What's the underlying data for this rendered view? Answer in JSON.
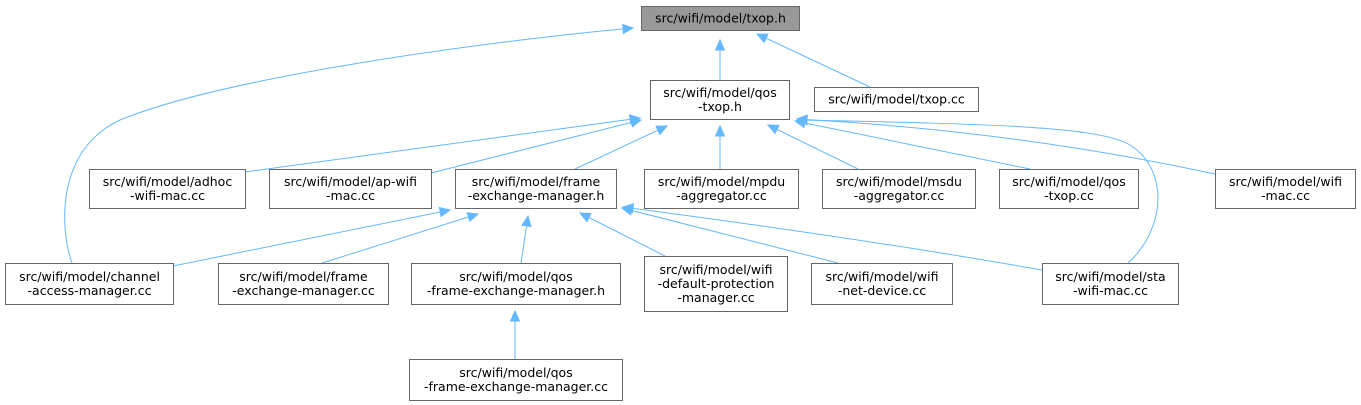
{
  "graph": {
    "colors": {
      "edge": "#63b8ff",
      "node_border": "#666666",
      "root_fill": "#999999",
      "node_fill": "#ffffff",
      "text": "#000000"
    },
    "nodes": [
      {
        "id": "txop_h",
        "lines": [
          "src/wifi/model/txop.h"
        ],
        "root": true
      },
      {
        "id": "qos_txop_h",
        "lines": [
          "src/wifi/model/qos",
          "-txop.h"
        ]
      },
      {
        "id": "txop_cc",
        "lines": [
          "src/wifi/model/txop.cc"
        ]
      },
      {
        "id": "adhoc_wifi_mac_cc",
        "lines": [
          "src/wifi/model/adhoc",
          "-wifi-mac.cc"
        ]
      },
      {
        "id": "ap_wifi_mac_cc",
        "lines": [
          "src/wifi/model/ap-wifi",
          "-mac.cc"
        ]
      },
      {
        "id": "frame_exchange_manager_h",
        "lines": [
          "src/wifi/model/frame",
          "-exchange-manager.h"
        ]
      },
      {
        "id": "mpdu_aggregator_cc",
        "lines": [
          "src/wifi/model/mpdu",
          "-aggregator.cc"
        ]
      },
      {
        "id": "msdu_aggregator_cc",
        "lines": [
          "src/wifi/model/msdu",
          "-aggregator.cc"
        ]
      },
      {
        "id": "qos_txop_cc",
        "lines": [
          "src/wifi/model/qos",
          "-txop.cc"
        ]
      },
      {
        "id": "wifi_mac_cc",
        "lines": [
          "src/wifi/model/wifi",
          "-mac.cc"
        ]
      },
      {
        "id": "channel_access_manager_cc",
        "lines": [
          "src/wifi/model/channel",
          "-access-manager.cc"
        ]
      },
      {
        "id": "frame_exchange_manager_cc",
        "lines": [
          "src/wifi/model/frame",
          "-exchange-manager.cc"
        ]
      },
      {
        "id": "qos_frame_exchange_manager_h",
        "lines": [
          "src/wifi/model/qos",
          "-frame-exchange-manager.h"
        ]
      },
      {
        "id": "wifi_default_protection_manager_cc",
        "lines": [
          "src/wifi/model/wifi",
          "-default-protection",
          "-manager.cc"
        ]
      },
      {
        "id": "wifi_net_device_cc",
        "lines": [
          "src/wifi/model/wifi",
          "-net-device.cc"
        ]
      },
      {
        "id": "sta_wifi_mac_cc",
        "lines": [
          "src/wifi/model/sta",
          "-wifi-mac.cc"
        ]
      },
      {
        "id": "qos_frame_exchange_manager_cc",
        "lines": [
          "src/wifi/model/qos",
          "-frame-exchange-manager.cc"
        ]
      }
    ],
    "edges": [
      {
        "from": "qos_txop_h",
        "to": "txop_h"
      },
      {
        "from": "txop_cc",
        "to": "txop_h"
      },
      {
        "from": "channel_access_manager_cc",
        "to": "txop_h"
      },
      {
        "from": "adhoc_wifi_mac_cc",
        "to": "qos_txop_h"
      },
      {
        "from": "ap_wifi_mac_cc",
        "to": "qos_txop_h"
      },
      {
        "from": "frame_exchange_manager_h",
        "to": "qos_txop_h"
      },
      {
        "from": "mpdu_aggregator_cc",
        "to": "qos_txop_h"
      },
      {
        "from": "msdu_aggregator_cc",
        "to": "qos_txop_h"
      },
      {
        "from": "qos_txop_cc",
        "to": "qos_txop_h"
      },
      {
        "from": "wifi_mac_cc",
        "to": "qos_txop_h"
      },
      {
        "from": "sta_wifi_mac_cc",
        "to": "qos_txop_h"
      },
      {
        "from": "channel_access_manager_cc",
        "to": "frame_exchange_manager_h"
      },
      {
        "from": "frame_exchange_manager_cc",
        "to": "frame_exchange_manager_h"
      },
      {
        "from": "qos_frame_exchange_manager_h",
        "to": "frame_exchange_manager_h"
      },
      {
        "from": "wifi_default_protection_manager_cc",
        "to": "frame_exchange_manager_h"
      },
      {
        "from": "wifi_net_device_cc",
        "to": "frame_exchange_manager_h"
      },
      {
        "from": "sta_wifi_mac_cc",
        "to": "frame_exchange_manager_h"
      },
      {
        "from": "qos_frame_exchange_manager_cc",
        "to": "qos_frame_exchange_manager_h"
      }
    ]
  }
}
